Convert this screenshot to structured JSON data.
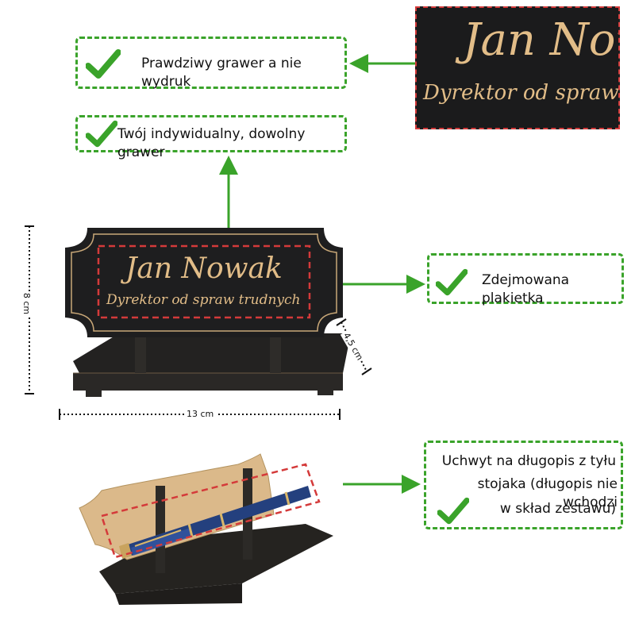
{
  "zoom": {
    "name": "Jan Nowak",
    "title": "Dyrektor od spraw trudnych"
  },
  "features": [
    {
      "label": "Prawdziwy grawer a nie wydruk"
    },
    {
      "label": "Twój indywidualny, dowolny grawer"
    },
    {
      "label": "Zdejmowana plakietka"
    },
    {
      "label_lines": [
        "Uchwyt na długopis z tyłu",
        "stojaka (długopis nie wchodzi",
        "w skład zestawu)"
      ]
    }
  ],
  "product": {
    "name": "Jan Nowak",
    "title": "Dyrektor od spraw trudnych"
  },
  "dimensions": {
    "height": "8 cm",
    "width": "13 cm",
    "depth": "4,5 cm"
  },
  "colors": {
    "accent": "#3aa32a",
    "highlight": "#d43a3a",
    "engrave": "#e2bd88",
    "board": "#1b1b1c",
    "wood": "#dbb98a"
  },
  "icons": [
    "check-icon",
    "arrow-icon"
  ]
}
